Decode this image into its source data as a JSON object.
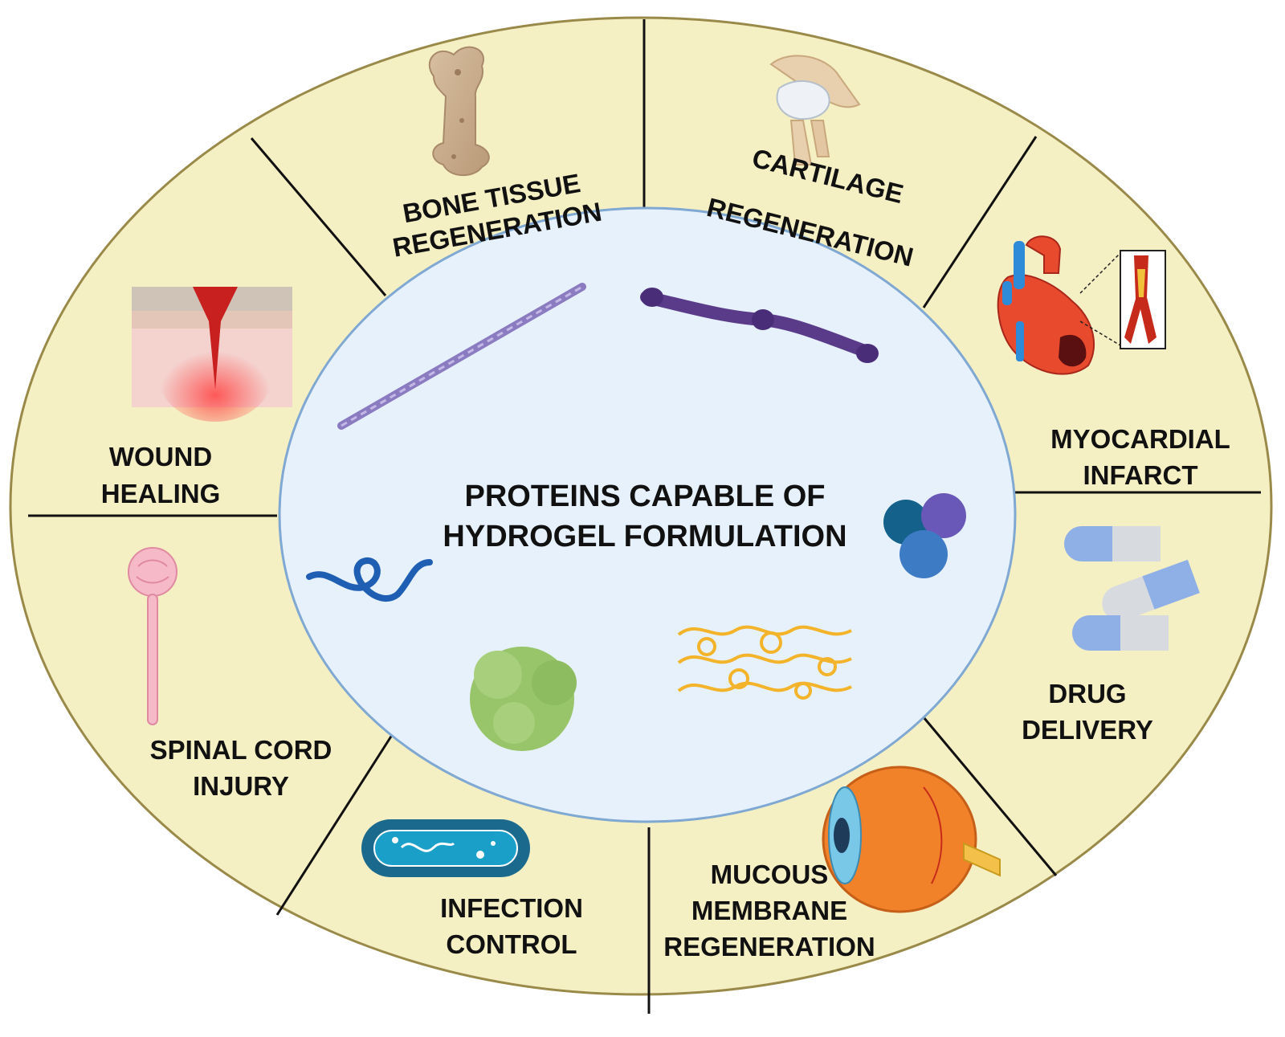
{
  "center_title": {
    "line1": "PROTEINS CAPABLE OF",
    "line2": "HYDROGEL FORMULATION"
  },
  "segments": {
    "bone": {
      "line1": "BONE TISSUE",
      "line2": "REGENERATION",
      "icon": "bone-icon"
    },
    "cartilage": {
      "line1": "CARTILAGE",
      "line2": "REGENERATION",
      "icon": "knee-joint-icon"
    },
    "myocardial": {
      "line1": "MYOCARDIAL",
      "line2": "INFARCT",
      "icon": "heart-icon"
    },
    "drug": {
      "line1": "DRUG",
      "line2": "DELIVERY",
      "icon": "capsules-icon"
    },
    "mucous": {
      "line1": "MUCOUS",
      "line2": "MEMBRANE",
      "line3": "REGENERATION",
      "icon": "eye-icon"
    },
    "infection": {
      "line1": "INFECTION",
      "line2": "CONTROL",
      "icon": "bacterium-icon"
    },
    "spinal": {
      "line1": "SPINAL CORD",
      "line2": "INJURY",
      "icon": "spinal-cord-icon"
    },
    "wound": {
      "line1": "WOUND",
      "line2": "HEALING",
      "icon": "skin-wound-icon"
    }
  },
  "colors": {
    "outer_fill": "#f5efc4",
    "outer_stroke": "#9a8a4a",
    "inner_fill": "#e7f1fb",
    "inner_stroke": "#7fa8d2"
  }
}
